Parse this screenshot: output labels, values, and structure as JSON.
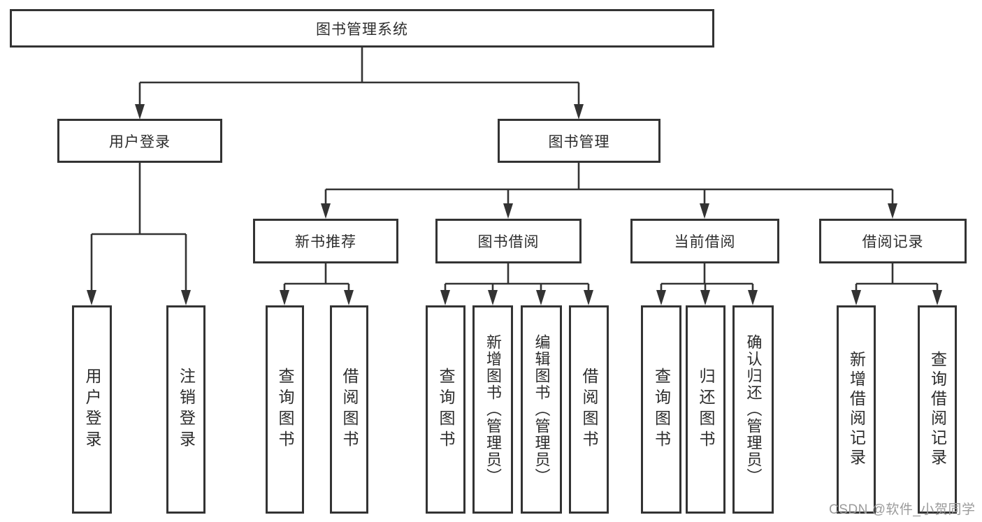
{
  "tree": {
    "root": "图书管理系统",
    "children": [
      {
        "label": "用户登录",
        "children": [
          {
            "label": "用户登录"
          },
          {
            "label": "注销登录"
          }
        ]
      },
      {
        "label": "图书管理",
        "children": [
          {
            "label": "新书推荐",
            "children": [
              {
                "label": "查询图书"
              },
              {
                "label": "借阅图书"
              }
            ]
          },
          {
            "label": "图书借阅",
            "children": [
              {
                "label": "查询图书"
              },
              {
                "label": "新增图书（管理员）"
              },
              {
                "label": "编辑图书（管理员）"
              },
              {
                "label": "借阅图书"
              }
            ]
          },
          {
            "label": "当前借阅",
            "children": [
              {
                "label": "查询图书"
              },
              {
                "label": "归还图书"
              },
              {
                "label": "确认归还（管理员）"
              }
            ]
          },
          {
            "label": "借阅记录",
            "children": [
              {
                "label": "新增借阅记录"
              },
              {
                "label": "查询借阅记录"
              }
            ]
          }
        ]
      }
    ]
  },
  "watermark": "CSDN @软件_小贺同学",
  "colors": {
    "line": "#333333",
    "text": "#2c2c2c",
    "watermark": "#9b9b9b",
    "background": "#ffffff"
  }
}
